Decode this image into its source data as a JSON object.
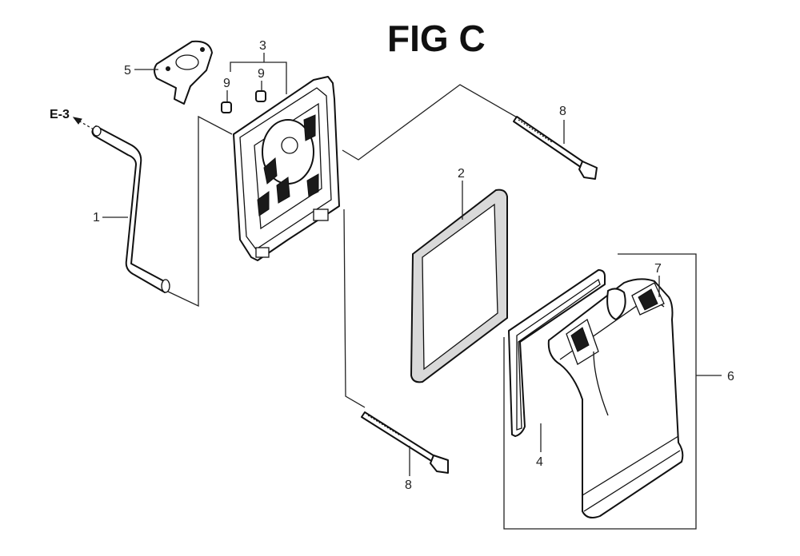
{
  "figure": {
    "title": "FIG C",
    "reference_label": "E-3"
  },
  "callouts": {
    "c1": "1",
    "c2": "2",
    "c3": "3",
    "c4": "4",
    "c5": "5",
    "c6": "6",
    "c7": "7",
    "c8a": "8",
    "c8b": "8",
    "c9a": "9",
    "c9b": "9"
  },
  "colors": {
    "ink": "#111111",
    "paper": "#ffffff",
    "foam": "#d9d9d9"
  }
}
